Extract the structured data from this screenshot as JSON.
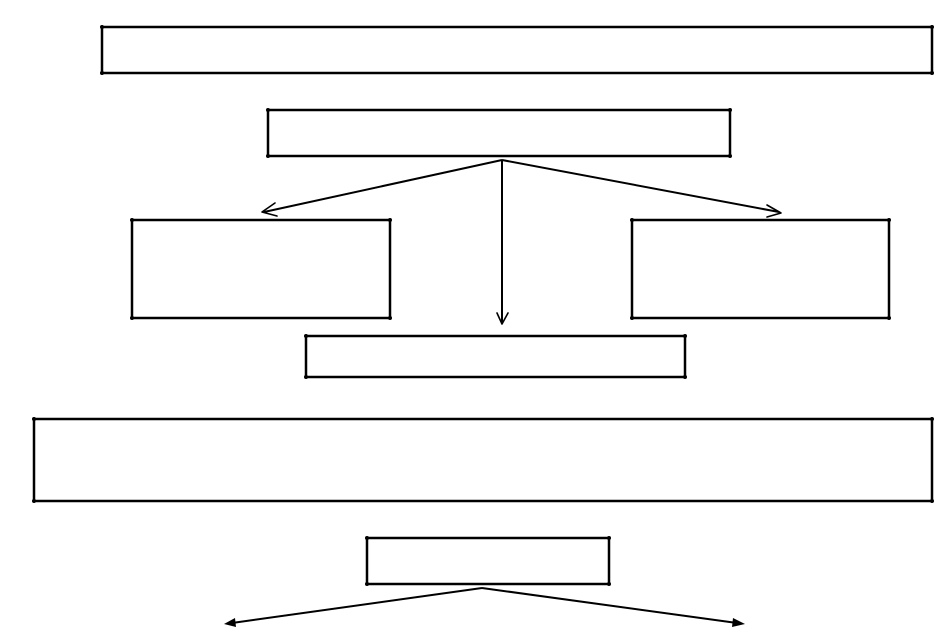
{
  "diagram": {
    "stroke_color": "#000000",
    "background_color": "#ffffff",
    "boxes": [
      {
        "id": "top-banner-box",
        "text": ""
      },
      {
        "id": "central-box",
        "text": ""
      },
      {
        "id": "left-branch-box",
        "text": ""
      },
      {
        "id": "right-branch-box",
        "text": ""
      },
      {
        "id": "middle-result-box",
        "text": ""
      },
      {
        "id": "wide-summary-box",
        "text": ""
      },
      {
        "id": "lower-box",
        "text": ""
      }
    ],
    "connectors": [
      {
        "from": "central-box",
        "to": "left-branch-box",
        "head": "open"
      },
      {
        "from": "central-box",
        "to": "middle-result-box",
        "head": "open"
      },
      {
        "from": "central-box",
        "to": "right-branch-box",
        "head": "open"
      },
      {
        "from": "lower-box",
        "to": "off-page-left",
        "head": "solid"
      },
      {
        "from": "lower-box",
        "to": "off-page-right",
        "head": "solid"
      }
    ]
  }
}
